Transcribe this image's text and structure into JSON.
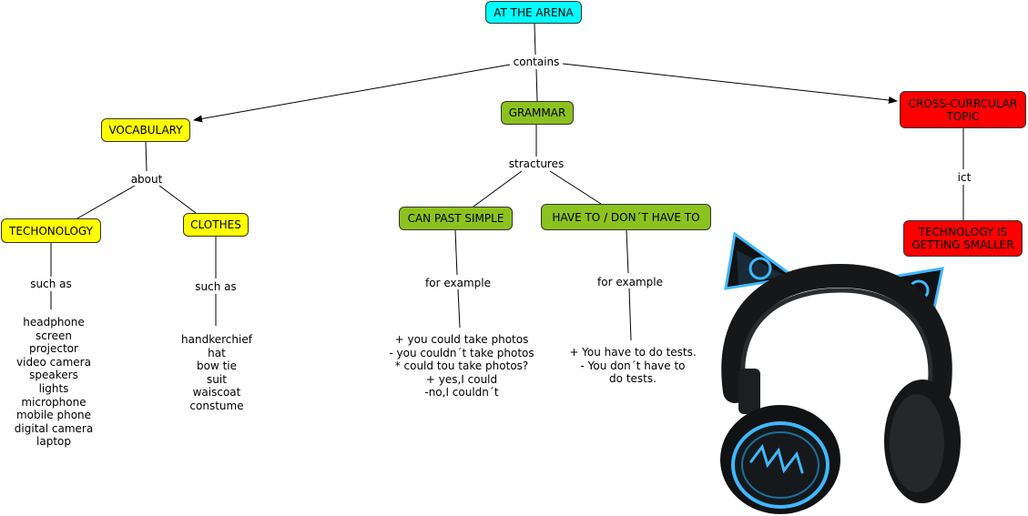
{
  "nodes": {
    "root": "AT THE ARENA",
    "vocabulary": "VOCABULARY",
    "grammar": "GRAMMAR",
    "cross": "CROSS-CURRCULAR TOPIC",
    "techonology": "TECHONOLOGY",
    "clothes": "CLOTHES",
    "can_past_simple": "CAN PAST SIMPLE",
    "have_to": "HAVE TO / DON´T HAVE TO",
    "tech_smaller": "TECHNOLOGY IS GETTING SMALLER"
  },
  "links": {
    "contains": "contains",
    "about": "about",
    "stractures": "stractures",
    "ict": "ict",
    "such_as_1": "such as",
    "such_as_2": "such as",
    "for_example_1": "for example",
    "for_example_2": "for example"
  },
  "lists": {
    "tech_items": [
      "headphone",
      "screen",
      "projector",
      "video camera",
      "speakers",
      "lights",
      "microphone",
      "mobile phone",
      "digital camera",
      "laptop"
    ],
    "clothes_items": [
      "handkerchief",
      "hat",
      "bow tie",
      "suit",
      "waiscoat",
      "constume"
    ],
    "past_examples": [
      "+ you could take photos",
      "- you couldn´t take photos",
      "* could tou take photos?",
      "+ yes,I could",
      "-no,I couldn´t"
    ],
    "have_examples": [
      "+ You have to do tests.",
      "- You don´t have to",
      "do tests."
    ]
  },
  "colors": {
    "root": "#00ffff",
    "vocabulary": "#ffff00",
    "grammar": "#8cc21f",
    "cross": "#ff0000",
    "headphone_glow": "#3fb8ff"
  },
  "image": {
    "icon": "cat-ear-headphones-icon"
  }
}
